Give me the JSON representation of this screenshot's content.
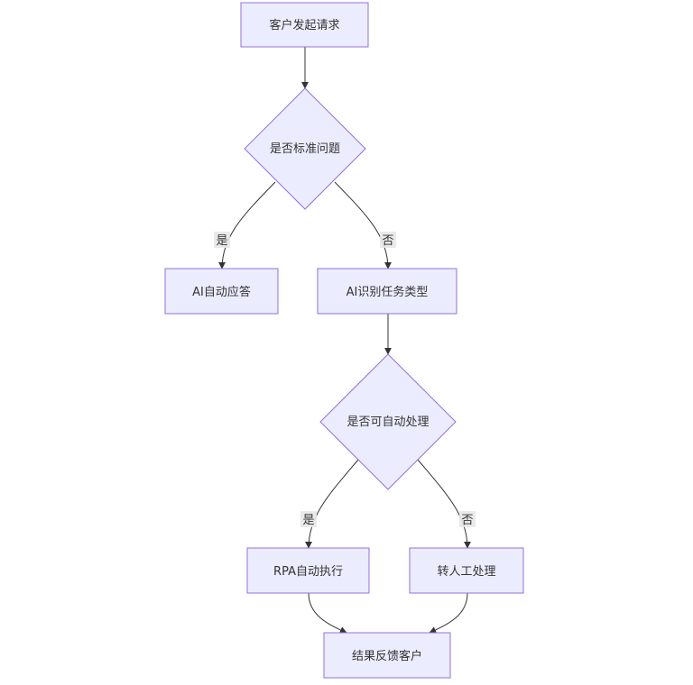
{
  "diagram": {
    "nodes": {
      "start": "客户发起请求",
      "is_standard": "是否标准问题",
      "ai_answer": "AI自动应答",
      "ai_classify": "AI识别任务类型",
      "can_automate": "是否可自动处理",
      "rpa_execute": "RPA自动执行",
      "manual": "转人工处理",
      "feedback": "结果反馈客户"
    },
    "edges": {
      "standard_yes": "是",
      "standard_no": "否",
      "automate_yes": "是",
      "automate_no": "否"
    }
  },
  "colors": {
    "node_fill": "#ececff",
    "node_stroke": "#9370db",
    "edge": "#333333",
    "label_bg": "#e8e8e8"
  }
}
